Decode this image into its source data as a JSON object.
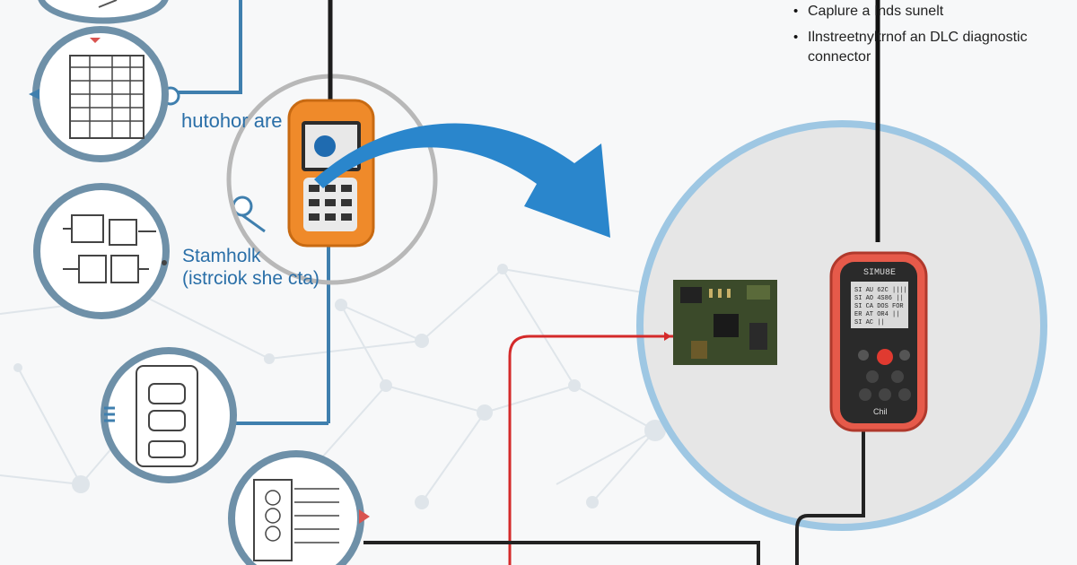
{
  "labels": {
    "top": "hutohor are",
    "middle_line1": "Stamholk",
    "middle_line2": "(istrciok she cta)"
  },
  "notes": [
    "Caplure a Inds sunelt",
    "Ilnstreetnyltrnof an DLC diagnostic connector"
  ],
  "scanner": {
    "brand": "SIMU8E",
    "screen_lines": [
      "SI AU 62C ||||",
      "SI AO 4S86 ||",
      "SI CA DOS FOR",
      "ER AT OR4 ||",
      "SI AC ||"
    ],
    "footer": "Chil"
  },
  "colors": {
    "line_blue": "#3f7fae",
    "circle_blue": "#9ec7e3",
    "arrow_blue": "#2a86cc",
    "wire_red": "#d42a2a",
    "handheld_orange": "#ef8a2a",
    "scanner_red": "#e65a4a"
  }
}
